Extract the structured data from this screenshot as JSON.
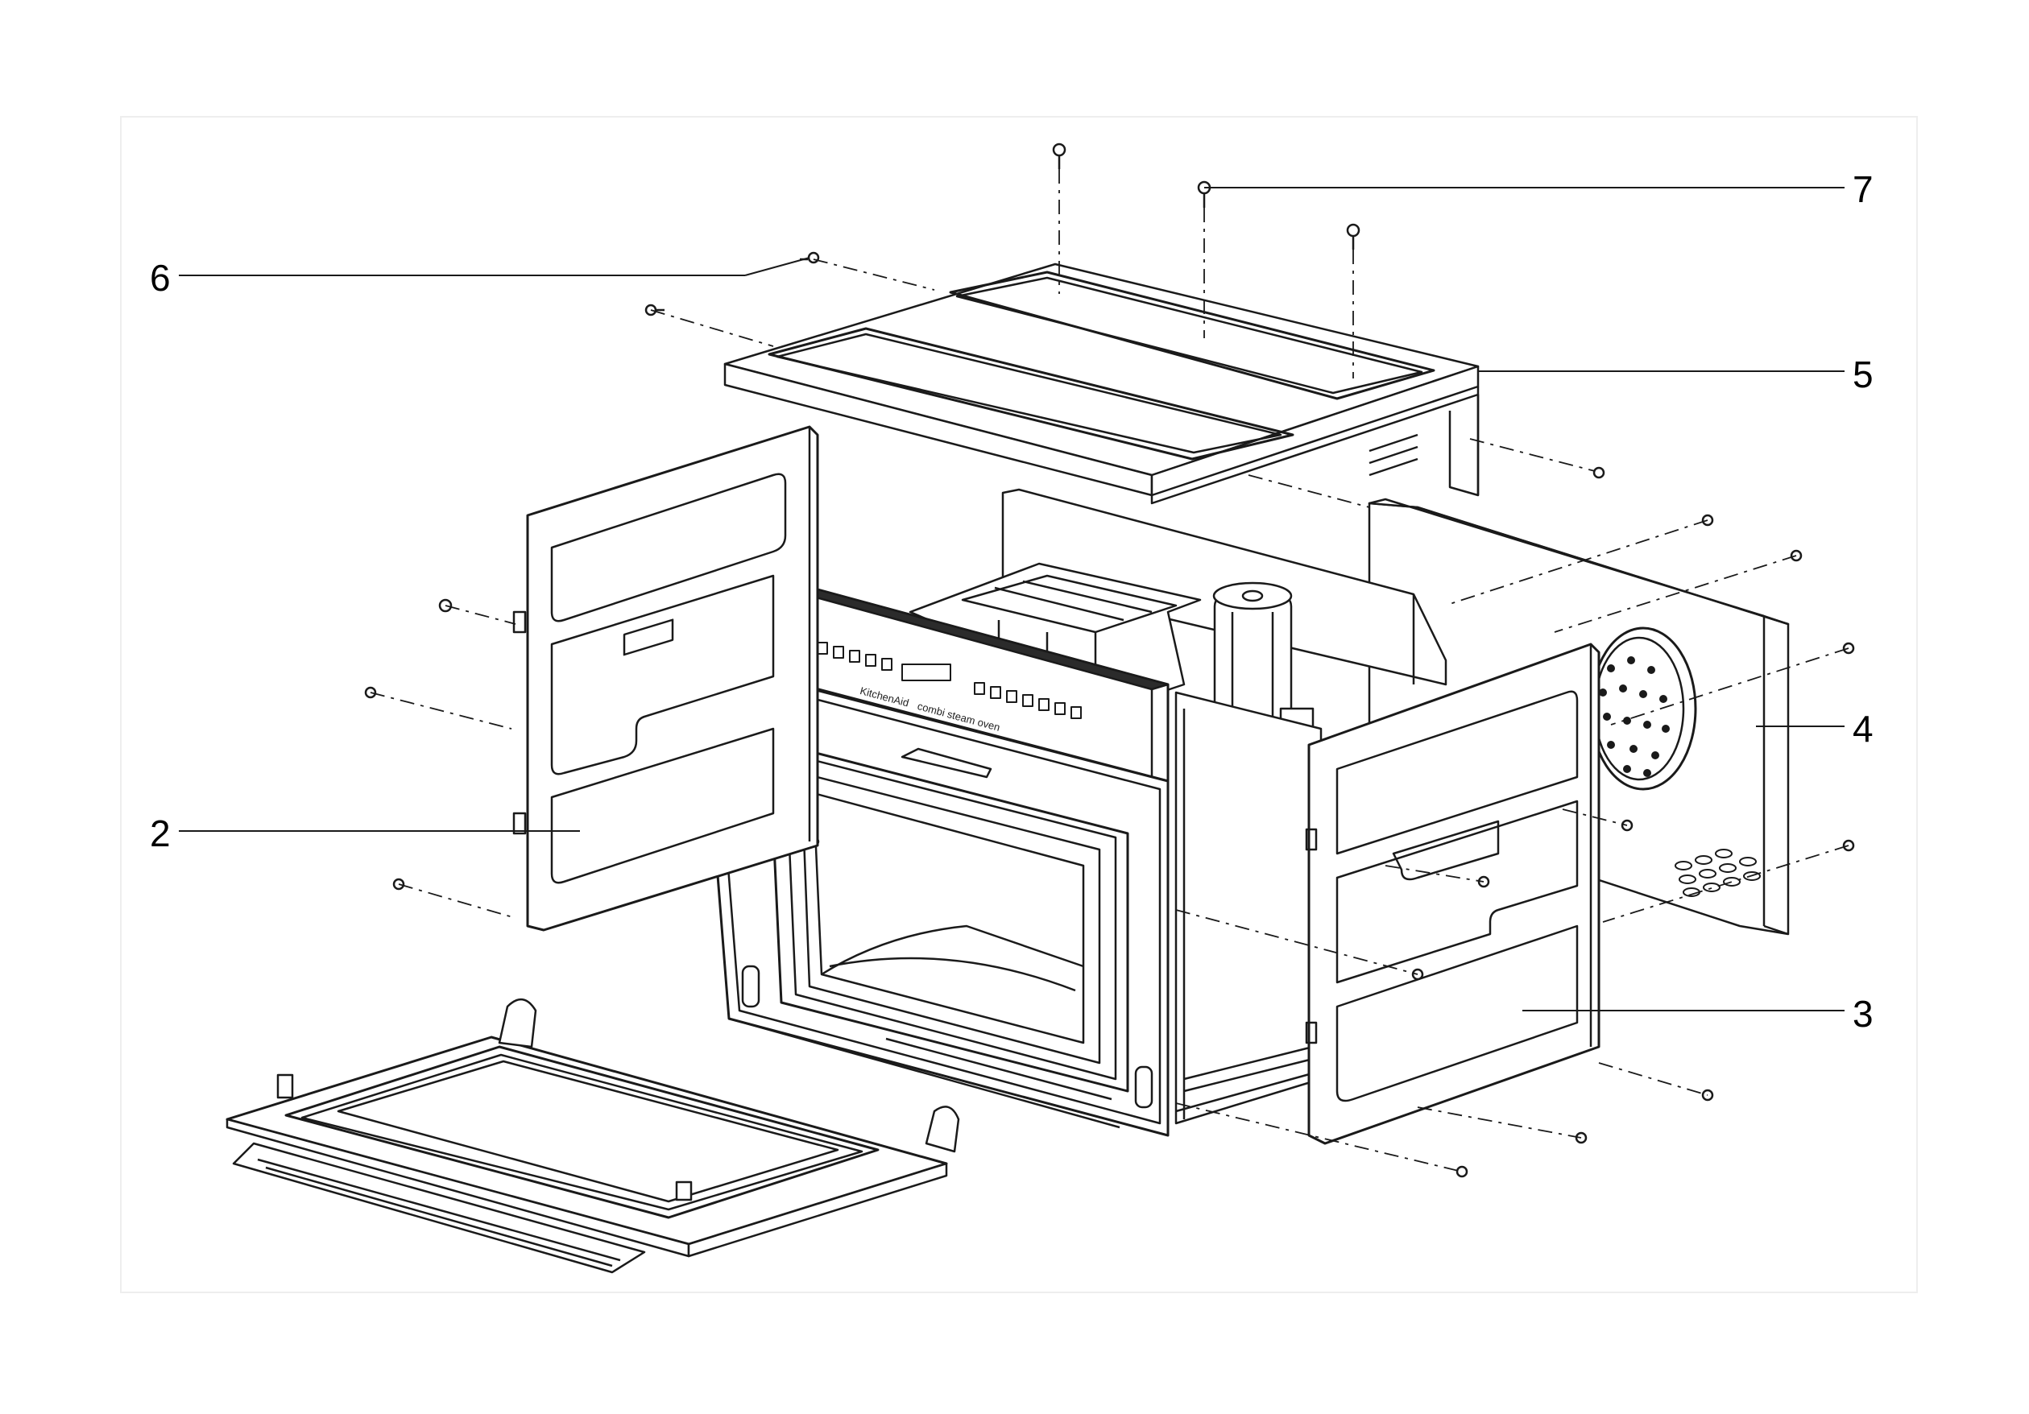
{
  "callouts": {
    "c2": "2",
    "c3": "3",
    "c4": "4",
    "c5": "5",
    "c6": "6",
    "c7": "7"
  },
  "panel": {
    "brand": "KitchenAid",
    "subtitle": "combi steam oven"
  },
  "colors": {
    "line": "#1a1a1a",
    "fill": "#ffffff",
    "panel_dark": "#2b2b2b",
    "hatch": "#555555"
  }
}
